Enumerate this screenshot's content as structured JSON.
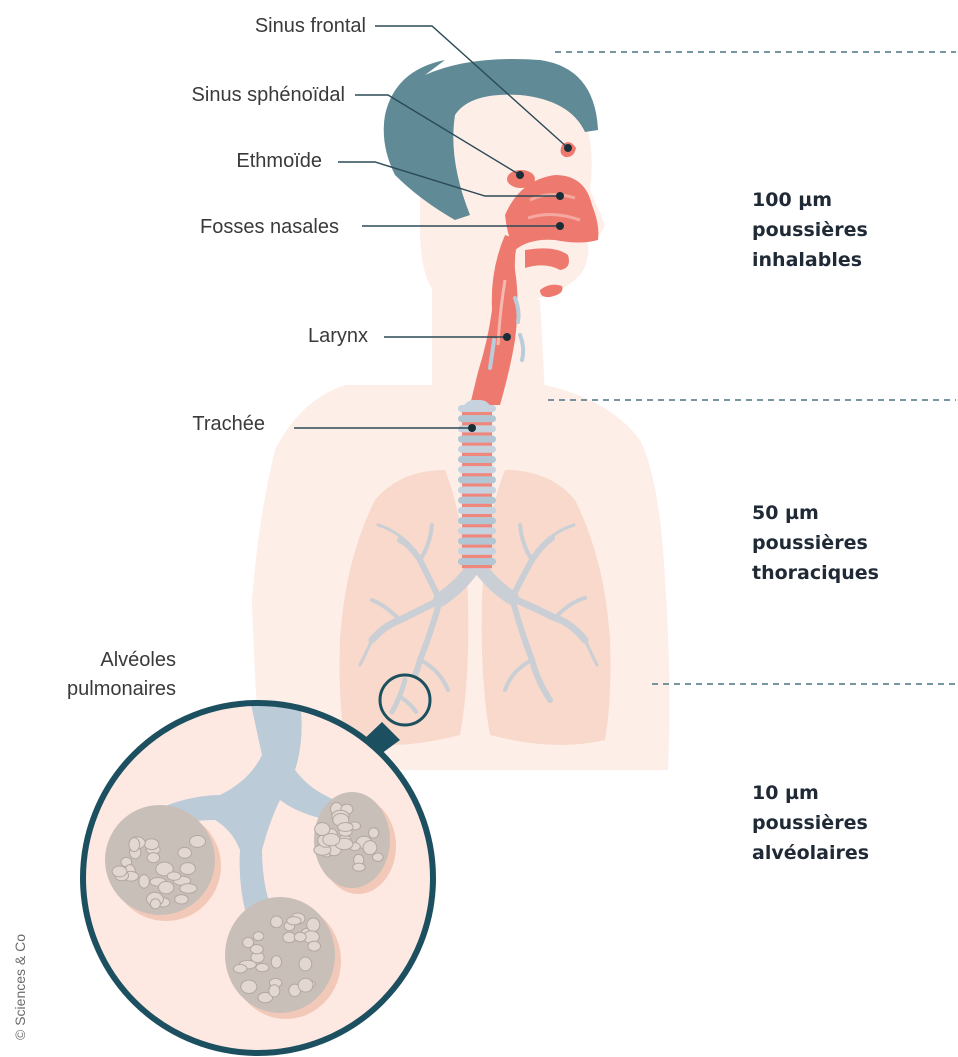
{
  "labels": {
    "sinus_frontal": "Sinus frontal",
    "sinus_sphenoidal": "Sinus sphénoïdal",
    "ethmoide": "Ethmoïde",
    "fosses_nasales": "Fosses nasales",
    "larynx": "Larynx",
    "trachee": "Trachée",
    "alveoles_line1": "Alvéoles",
    "alveoles_line2": "pulmonaires"
  },
  "zones": [
    {
      "size": "100 µm",
      "line1": "poussières",
      "line2": "inhalables"
    },
    {
      "size": "50 µm",
      "line1": "poussières",
      "line2": "thoraciques"
    },
    {
      "size": "10 µm",
      "line1": "poussières",
      "line2": "alvéolaires"
    }
  ],
  "credit": "© Sciences & Co",
  "colors": {
    "hair": "#5f8a96",
    "skin": "#fdeee8",
    "airway": "#ee7a6f",
    "airway_dark": "#e2675d",
    "cartilage": "#b9ccd9",
    "lung": "#f8d9cb",
    "bronchi": "#c9cfd5",
    "leader": "#2c4a57",
    "dash": "#4c7482",
    "circle": "#1c4f5f",
    "alveoli": "#c9bfb9"
  }
}
